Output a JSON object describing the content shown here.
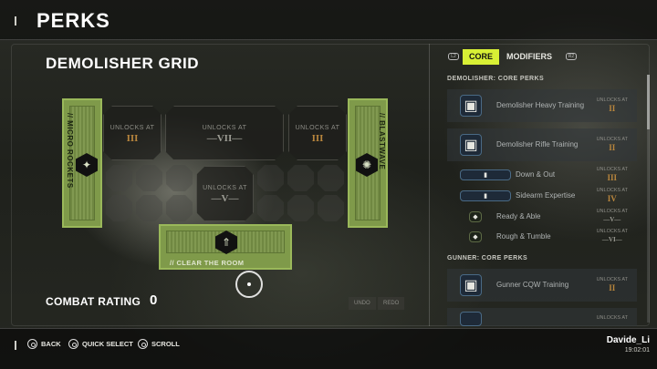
{
  "header": {
    "title": "PERKS"
  },
  "grid": {
    "title": "DEMOLISHER GRID",
    "unlock_label": "UNLOCKS AT",
    "slots": [
      {
        "rank": "III"
      },
      {
        "rank": "—VII—"
      },
      {
        "rank": "III"
      },
      {
        "rank": "—V—"
      }
    ],
    "perks": {
      "left": "// MICRO ROCKETS",
      "right": "// BLASTWAVE",
      "bottom": "// CLEAR THE ROOM"
    }
  },
  "combat_rating": {
    "label": "COMBAT RATING",
    "value": "0"
  },
  "actions": {
    "undo": "UNDO",
    "redo": "REDO"
  },
  "panel": {
    "trigger_left": "L2",
    "trigger_right": "R2",
    "tabs": [
      "CORE",
      "MODIFIERS"
    ],
    "sections": [
      {
        "title": "DEMOLISHER: CORE PERKS",
        "items": [
          {
            "name": "Demolisher Heavy Training",
            "unlock": "UNLOCKS AT",
            "rank": "II"
          },
          {
            "name": "Demolisher Rifle Training",
            "unlock": "UNLOCKS AT",
            "rank": "II"
          },
          {
            "name": "Down & Out",
            "unlock": "UNLOCKS AT",
            "rank": "III"
          },
          {
            "name": "Sidearm Expertise",
            "unlock": "UNLOCKS AT",
            "rank": "IV"
          },
          {
            "name": "Ready & Able",
            "unlock": "UNLOCKS AT",
            "rank": "—V—"
          },
          {
            "name": "Rough & Tumble",
            "unlock": "UNLOCKS AT",
            "rank": "—VI—"
          }
        ]
      },
      {
        "title": "GUNNER: CORE PERKS",
        "items": [
          {
            "name": "Gunner CQW Training",
            "unlock": "UNLOCKS AT",
            "rank": "II"
          },
          {
            "name": "",
            "unlock": "UNLOCKS AT",
            "rank": ""
          }
        ]
      }
    ]
  },
  "footer": {
    "hints": [
      "BACK",
      "QUICK SELECT",
      "SCROLL"
    ],
    "user": "Davide_Li",
    "time": "19:02:01"
  }
}
